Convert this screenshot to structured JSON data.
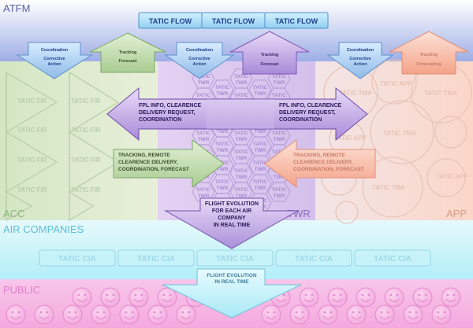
{
  "zones": {
    "atfm": "ATFM",
    "acc": "ACC",
    "twr": "TWR",
    "app": "APP",
    "air_companies": "AIR COMPANIES",
    "public": "PUBLIC"
  },
  "tatic_flow": [
    "TATIC FLOW",
    "TATIC FLOW",
    "TATIC FLOW"
  ],
  "arrows": {
    "coordination": "Coordination",
    "corrective": "Corrective",
    "action": "Action",
    "tracking": "Tracking",
    "forecast": "Forecast",
    "forecasting": "Forecasting",
    "fpl_line1": "FPL INFO, CLEARENCE",
    "fpl_line2": "DELIVERY REQUEST,",
    "fpl_line3": "COORDINATION",
    "trk_line1": "TRACKING, REMOTE",
    "trk_line2": "CLEARENCE DELIVERY,",
    "trk_line3": "COORDINATION, FORECAST",
    "flight_line1": "FLIGHT EVOLUTION",
    "flight_line2": "FOR EACH AIR",
    "flight_line3": "COMPANY",
    "flight_line4": "IN REAL TIME",
    "pub_line1": "FLIGHT EVOLUTION",
    "pub_line2": "IN REAL TIME"
  },
  "labels": {
    "tatic_fir": "TATIC FIR",
    "tatic_twr_line1": "TATIC",
    "tatic_twr_line2": "TWR",
    "tatic_tma": "TATIC TMA",
    "tatic_app": "TATIC APP",
    "tatic_cia": "TATIC CIA"
  },
  "colors": {
    "atfm_band": "#9fb0e6",
    "acc_band": "#cfe3c2",
    "twr_band": "#d9c9ee",
    "app_band": "#f8d7cc",
    "air_companies_band": "#bff0f7",
    "public_band": "#f7b8e6",
    "flow_box": "#aee0f7",
    "blue_arrow": "#a9cdf2",
    "green_arrow": "#c3dcb0",
    "purple_arrow": "#c3a9e6",
    "salmon_arrow": "#f8b9a6"
  }
}
